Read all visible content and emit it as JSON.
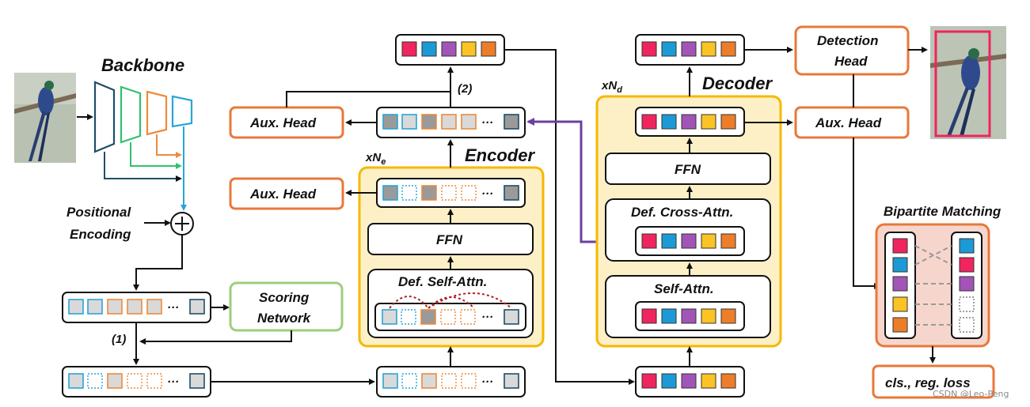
{
  "labels": {
    "backbone": "Backbone",
    "positional_encoding_1": "Positional",
    "positional_encoding_2": "Encoding",
    "scoring_network_1": "Scoring",
    "scoring_network_2": "Network",
    "step1": "(1)",
    "step2": "(2)",
    "encoder": "Encoder",
    "decoder": "Decoder",
    "aux_head": "Aux. Head",
    "ffn": "FFN",
    "def_self_attn": "Def. Self-Attn.",
    "def_cross_attn": "Def. Cross-Attn.",
    "self_attn": "Self-Attn.",
    "detection_head_1": "Detection",
    "detection_head_2": "Head",
    "bipartite_matching": "Bipartite Matching",
    "loss": "cls., reg. loss",
    "xne_prefix": "xN",
    "xne_sub": "e",
    "xnd_prefix": "xN",
    "xnd_sub": "d",
    "ellipsis": "···",
    "watermark": "CSDN @Leo-Peng"
  },
  "colors": {
    "orange": "#e8783a",
    "yellow_box_fill": "#fdf0c6",
    "yellow_box_stroke": "#f5b800",
    "green": "#9ccf7c",
    "purple_arrow": "#6b3fa0",
    "match_fill": "#f6d6cc",
    "query_red": "#f0245e",
    "query_blue": "#1c9ad6",
    "query_purple": "#a254b7",
    "query_yellow": "#fbc324",
    "query_orange": "#ec7e2a",
    "token_gray": "#9a9a9a",
    "token_light": "#d9d9d9",
    "backbone_dark": "#1f4e68",
    "backbone_green": "#2fc16f",
    "backbone_orange": "#ee8a3a",
    "backbone_blue": "#2aa4d8",
    "dot_red": "#b02020"
  }
}
